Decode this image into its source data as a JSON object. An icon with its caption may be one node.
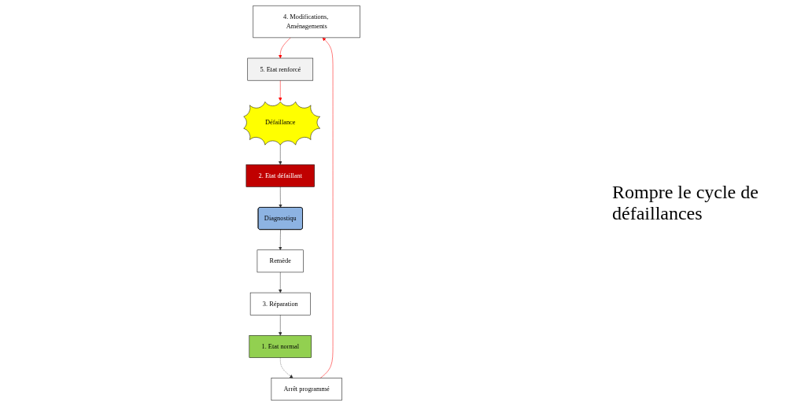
{
  "diagram": {
    "nodes": [
      {
        "text": [
          "4. Modifications, Aménagements"
        ]
      },
      {
        "text": [
          "5. Etat renforcé"
        ]
      },
      {
        "text": [
          "1. Etat normal"
        ]
      },
      {
        "text": [
          "3. Réparation"
        ]
      },
      {
        "text": [
          "Arrêt programmé"
        ]
      },
      {
        "text": [
          "Défaillance"
        ]
      },
      {
        "text": [
          "Remède"
        ]
      },
      {
        "text": [
          "Diagnostiqu"
        ]
      },
      {
        "text": [
          "2. Etat défaillant"
        ]
      }
    ],
    "edges": [
      {
        "from": 0,
        "to": 1,
        "arrow": "to",
        "color": "#ff0000"
      },
      {
        "from": 1,
        "to": 5,
        "arrow": "to",
        "color": "#ff0000"
      },
      {
        "from": 5,
        "to": 8,
        "arrow": "to"
      },
      {
        "from": 8,
        "to": 7,
        "arrow": "to"
      },
      {
        "from": 7,
        "to": 6,
        "arrow": "to"
      },
      {
        "from": 6,
        "to": 3,
        "arrow": "to"
      },
      {
        "from": 3,
        "to": 2,
        "arrow": "to"
      },
      {
        "from": 2,
        "to": 4,
        "arrow": "to",
        "style": "dashed"
      },
      {
        "from": 4,
        "to": 0,
        "arrow": "to",
        "color": "#ff0000"
      }
    ],
    "labels": [
      "Rompre le cycle de défaillances"
    ]
  }
}
